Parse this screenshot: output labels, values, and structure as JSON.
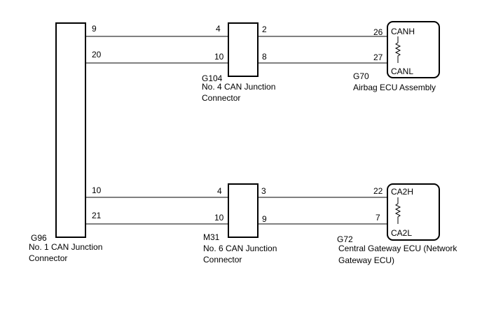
{
  "connectors": {
    "g96": {
      "code": "G96",
      "name_line1": "No. 1 CAN Junction",
      "name_line2": "Connector"
    },
    "g104": {
      "code": "G104",
      "name_line1": "No. 4 CAN Junction",
      "name_line2": "Connector"
    },
    "m31": {
      "code": "M31",
      "name_line1": "No. 6 CAN Junction",
      "name_line2": "Connector"
    }
  },
  "ecus": {
    "g70": {
      "code": "G70",
      "name_line1": "Airbag ECU Assembly",
      "high_label": "CANH",
      "low_label": "CANL"
    },
    "g72": {
      "code": "G72",
      "name_line1": "Central Gateway ECU (Network",
      "name_line2": "Gateway ECU)",
      "high_label": "CA2H",
      "low_label": "CA2L"
    }
  },
  "pins": {
    "g96_9": "9",
    "g96_20": "20",
    "g96_10": "10",
    "g96_21": "21",
    "g104_4": "4",
    "g104_10": "10",
    "g104_2": "2",
    "g104_8": "8",
    "m31_4": "4",
    "m31_10": "10",
    "m31_3": "3",
    "m31_9": "9",
    "g70_26": "26",
    "g70_27": "27",
    "g72_22": "22",
    "g72_7": "7"
  }
}
